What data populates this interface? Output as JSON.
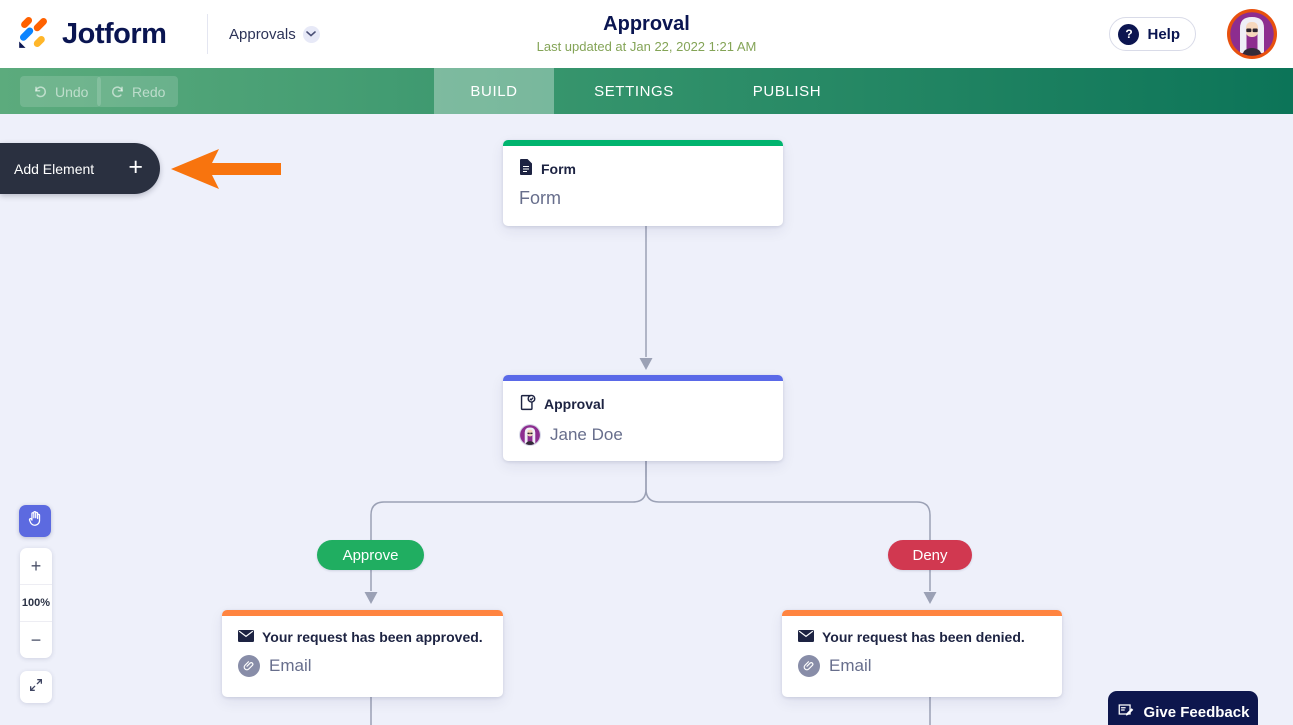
{
  "header": {
    "brand": "Jotform",
    "product_switcher": "Approvals",
    "title": "Approval",
    "last_updated": "Last updated at Jan 22, 2022 1:21 AM",
    "help_label": "Help"
  },
  "toolbar": {
    "undo_label": "Undo",
    "redo_label": "Redo",
    "tabs": [
      {
        "label": "BUILD",
        "active": true
      },
      {
        "label": "SETTINGS",
        "active": false
      },
      {
        "label": "PUBLISH",
        "active": false
      }
    ]
  },
  "canvas": {
    "add_element_label": "Add Element",
    "add_element_plus": "+",
    "flow": {
      "form_node": {
        "type_label": "Form",
        "title": "Form",
        "accent": "#00b46e"
      },
      "approval_node": {
        "type_label": "Approval",
        "assignee": "Jane Doe",
        "accent": "#5a69e8"
      },
      "approve_branch": {
        "label": "Approve",
        "color": "#20ae61"
      },
      "deny_branch": {
        "label": "Deny",
        "color": "#d13850"
      },
      "approved_email_node": {
        "subject": "Your request has been approved.",
        "type_label": "Email",
        "accent": "#ff8440"
      },
      "denied_email_node": {
        "subject": "Your request has been denied.",
        "type_label": "Email",
        "accent": "#ff8440"
      }
    },
    "zoom": {
      "plus": "+",
      "level": "100%",
      "minus": "−"
    }
  },
  "feedback_label": "Give Feedback",
  "colors": {
    "toolbar_green_left": "#5cab7d",
    "toolbar_green_right": "#0c7458",
    "connector_gray": "#9ba1b5",
    "annotation_arrow_orange": "#f8740e",
    "brand_navy": "#0a1551",
    "canvas_bg": "#eef0fa"
  }
}
